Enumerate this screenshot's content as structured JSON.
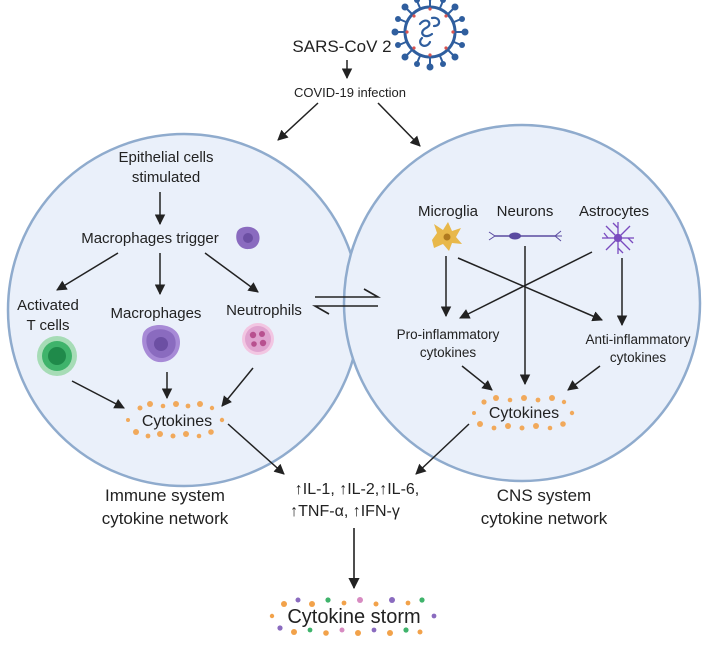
{
  "top": {
    "virus": "SARS-CoV 2",
    "infection": "COVID-19 infection"
  },
  "immune": {
    "epithelial_line1": "Epithelial cells",
    "epithelial_line2": "stimulated",
    "macrophages_trigger": "Macrophages trigger",
    "tcells_line1": "Activated",
    "tcells_line2": "T cells",
    "macrophages": "Macrophages",
    "neutrophils": "Neutrophils",
    "cytokines": "Cytokines",
    "caption_line1": "Immune system",
    "caption_line2": "cytokine network"
  },
  "cns": {
    "microglia": "Microglia",
    "neurons": "Neurons",
    "astrocytes": "Astrocytes",
    "pro_line1": "Pro-inflammatory",
    "pro_line2": "cytokines",
    "anti_line1": "Anti-inflammatory",
    "anti_line2": "cytokines",
    "cytokines": "Cytokines",
    "caption_line1": "CNS system",
    "caption_line2": "cytokine network"
  },
  "center": {
    "line1": "↑IL-1, ↑IL-2,↑IL-6,",
    "line2": "↑TNF-α, ↑IFN-γ"
  },
  "storm": "Cytokine storm",
  "colors": {
    "circle_fill": "#eaf0fa",
    "circle_stroke": "#8fabcd",
    "cytokine_orange": "#f2a24a",
    "virus_blue": "#2f5e9e",
    "virus_spike": "#d9534f",
    "macrophage_purple": "#8a6bbf",
    "tcell_green": "#3fb36b",
    "neutrophil_pink": "#d78bc1",
    "microglia_yellow": "#e8b84a"
  },
  "icons": [
    "virus-icon",
    "macrophage-icon",
    "tcell-icon",
    "neutrophil-icon",
    "microglia-icon",
    "neuron-icon",
    "astrocyte-icon"
  ]
}
